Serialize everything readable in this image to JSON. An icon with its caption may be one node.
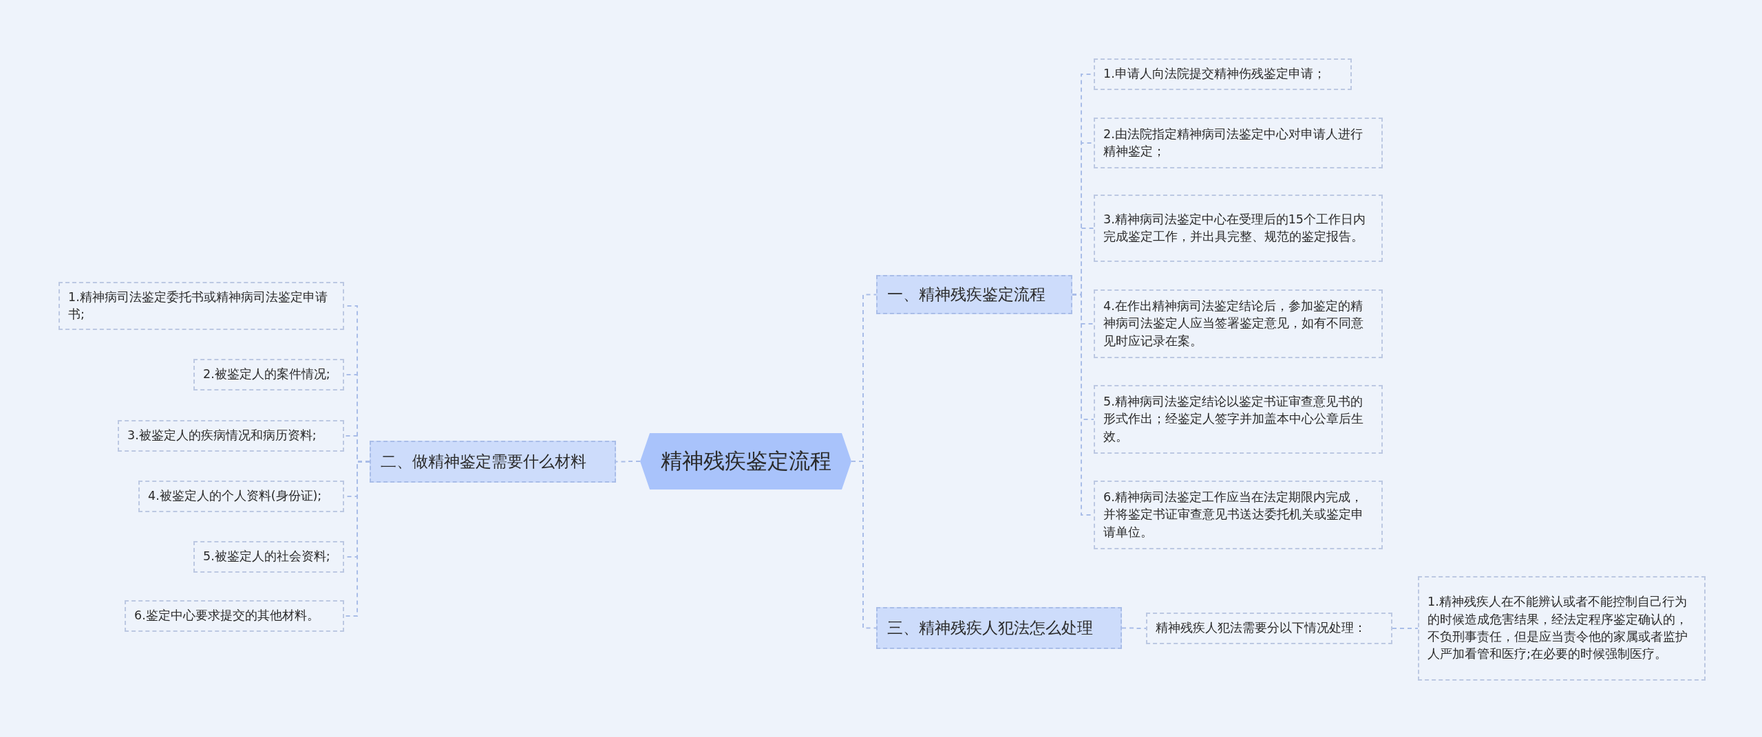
{
  "diagram": {
    "nodes": [
      {
        "text": [
          "精神残疾鉴定流程"
        ]
      },
      {
        "text": [
          "一、精神残疾鉴定流程"
        ]
      },
      {
        "text": [
          "1.申请人向法院提交精神伤残鉴定申请；"
        ]
      },
      {
        "text": [
          "2.由法院指定精神病司法鉴定中心对申请人进行精神鉴定；"
        ]
      },
      {
        "text": [
          "3.精神病司法鉴定中心在受理后的15个工作日内完成鉴定工作，并出具完整、规范的鉴定报告。"
        ]
      },
      {
        "text": [
          "4.在作出精神病司法鉴定结论后，参加鉴定的精神病司法鉴定人应当签署鉴定意见，如有不同意见时应记录在案。"
        ]
      },
      {
        "text": [
          "5.精神病司法鉴定结论以鉴定书证审查意见书的形式作出；经鉴定人签字并加盖本中心公章后生效。"
        ]
      },
      {
        "text": [
          "6.精神病司法鉴定工作应当在法定期限内完成，并将鉴定书证审查意见书送达委托机关或鉴定申请单位。"
        ]
      },
      {
        "text": [
          "二、做精神鉴定需要什么材料"
        ]
      },
      {
        "text": [
          "1.精神病司法鉴定委托书或精神病司法鉴定申请书;"
        ]
      },
      {
        "text": [
          "2.被鉴定人的案件情况;"
        ]
      },
      {
        "text": [
          "3.被鉴定人的疾病情况和病历资料;"
        ]
      },
      {
        "text": [
          "4.被鉴定人的个人资料(身份证);"
        ]
      },
      {
        "text": [
          "5.被鉴定人的社会资料;"
        ]
      },
      {
        "text": [
          "6.鉴定中心要求提交的其他材料。"
        ]
      },
      {
        "text": [
          "三、精神残疾人犯法怎么处理"
        ]
      },
      {
        "text": [
          "精神残疾人犯法需要分以下情况处理："
        ]
      },
      {
        "text": [
          "1.精神残疾人在不能辨认或者不能控制自己行为的时候造成危害结果，经法定程序鉴定确认的，不负刑事责任，但是应当责令他的家属或者监护人严加看管和医疗;在必要的时候强制医疗。"
        ]
      }
    ],
    "edges": [
      {
        "from": 0,
        "to": 1,
        "arrow": "none"
      },
      {
        "from": 1,
        "to": 2,
        "arrow": "none"
      },
      {
        "from": 1,
        "to": 3,
        "arrow": "none"
      },
      {
        "from": 1,
        "to": 4,
        "arrow": "none"
      },
      {
        "from": 1,
        "to": 5,
        "arrow": "none"
      },
      {
        "from": 1,
        "to": 6,
        "arrow": "none"
      },
      {
        "from": 1,
        "to": 7,
        "arrow": "none"
      },
      {
        "from": 0,
        "to": 8,
        "arrow": "none"
      },
      {
        "from": 8,
        "to": 9,
        "arrow": "none"
      },
      {
        "from": 8,
        "to": 10,
        "arrow": "none"
      },
      {
        "from": 8,
        "to": 11,
        "arrow": "none"
      },
      {
        "from": 8,
        "to": 12,
        "arrow": "none"
      },
      {
        "from": 8,
        "to": 13,
        "arrow": "none"
      },
      {
        "from": 8,
        "to": 14,
        "arrow": "none"
      },
      {
        "from": 0,
        "to": 15,
        "arrow": "none"
      },
      {
        "from": 15,
        "to": 16,
        "arrow": "none"
      },
      {
        "from": 16,
        "to": 17,
        "arrow": "none"
      }
    ]
  }
}
